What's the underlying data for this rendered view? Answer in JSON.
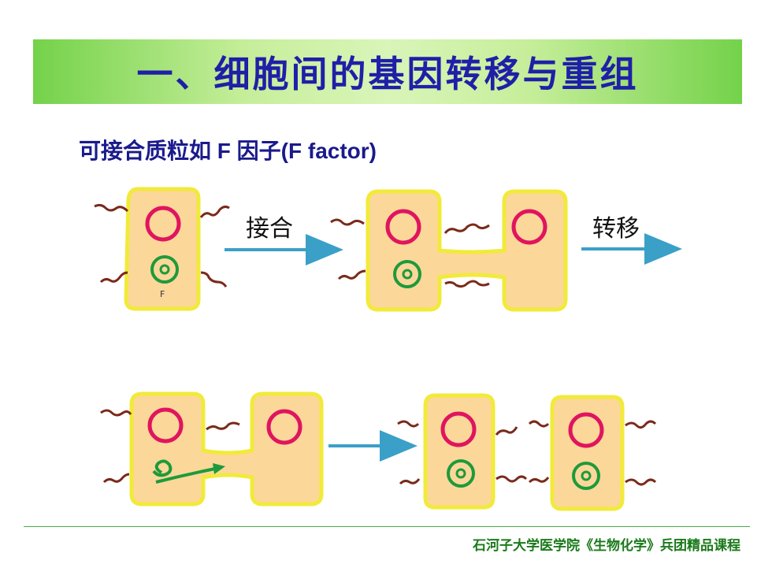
{
  "slide": {
    "title": "一、细胞间的基因转移与重组",
    "subtitle": "可接合质粒如 F 因子(F factor)",
    "footer": "石河子大学医学院《生物化学》兵团精品课程"
  },
  "diagram": {
    "label_conjugation": "接合",
    "label_transfer": "转移",
    "label_f": "F"
  },
  "colors": {
    "title_text": "#1f1fa8",
    "cell_fill": "#fbd79a",
    "cell_border": "#f2ea3a",
    "chromosome": "#e0155e",
    "plasmid": "#1e9a3a",
    "arrow": "#3aa0c8",
    "pilus": "#7a2a1a"
  }
}
